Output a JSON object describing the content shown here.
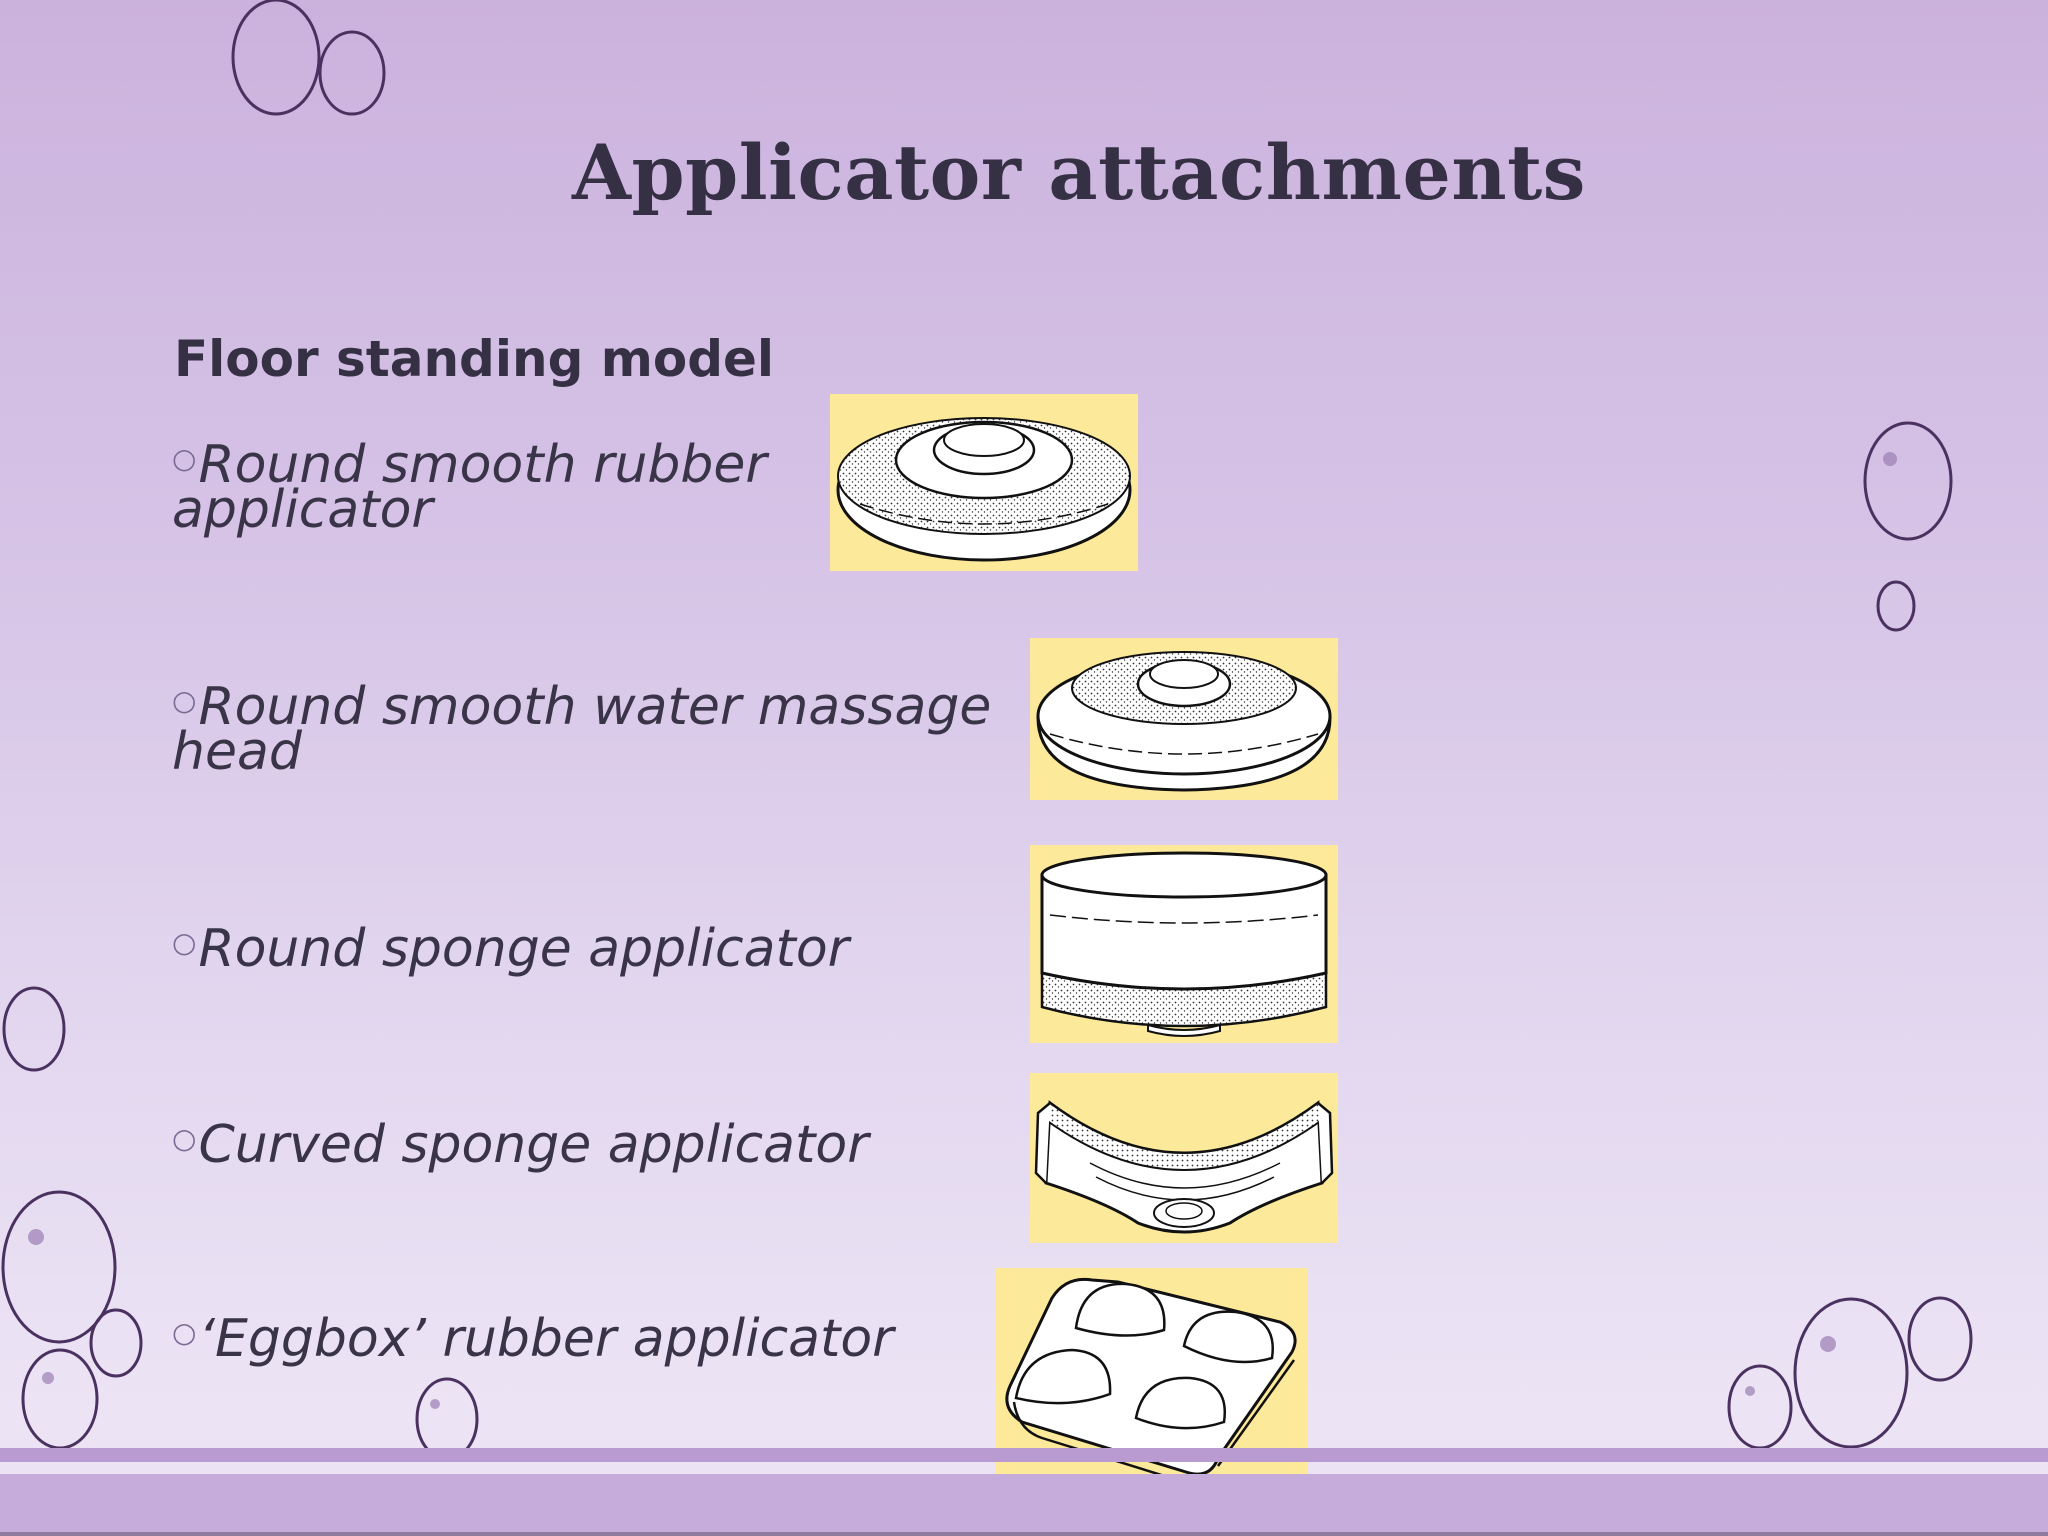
{
  "slide": {
    "title": "Applicator attachments",
    "subtitle": "Floor standing model",
    "bullet_glyph": "○",
    "items": [
      {
        "text": "Round smooth rubber applicator",
        "icon": "round-smooth-rubber-applicator-icon"
      },
      {
        "text": "Round smooth water massage head",
        "icon": "water-massage-head-icon"
      },
      {
        "text": "Round sponge applicator",
        "icon": "round-sponge-applicator-icon"
      },
      {
        "text": "Curved sponge applicator",
        "icon": "curved-sponge-applicator-icon"
      },
      {
        "text": "‘Eggbox’ rubber applicator",
        "icon": "eggbox-rubber-applicator-icon"
      }
    ]
  },
  "colors": {
    "background_top": "#cbb2dd",
    "background_bottom": "#ece4f5",
    "text": "#363045",
    "image_background": "#fde99a",
    "circle_outline": "#4a3160"
  }
}
